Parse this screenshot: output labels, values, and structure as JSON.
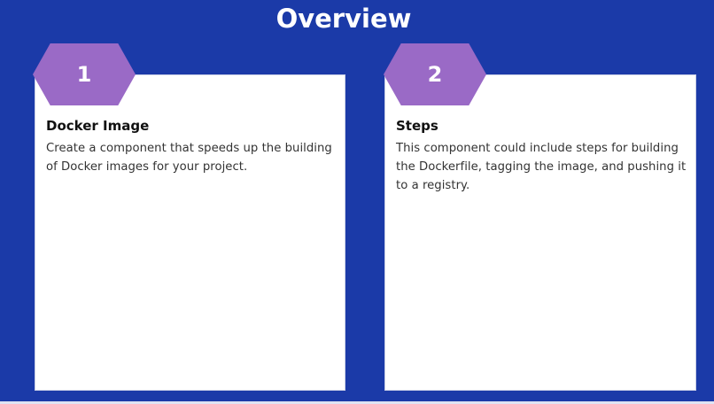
{
  "title": "Overview",
  "colors": {
    "background": "#1b3aa8",
    "hexagon": "#9a6ac6",
    "card": "#ffffff"
  },
  "cards": [
    {
      "number": "1",
      "heading": "Docker Image",
      "body": "Create a component that speeds up the building of Docker images for your project."
    },
    {
      "number": "2",
      "heading": "Steps",
      "body": "This component could include steps for building the Dockerfile, tagging the image, and pushing it to a registry."
    }
  ]
}
